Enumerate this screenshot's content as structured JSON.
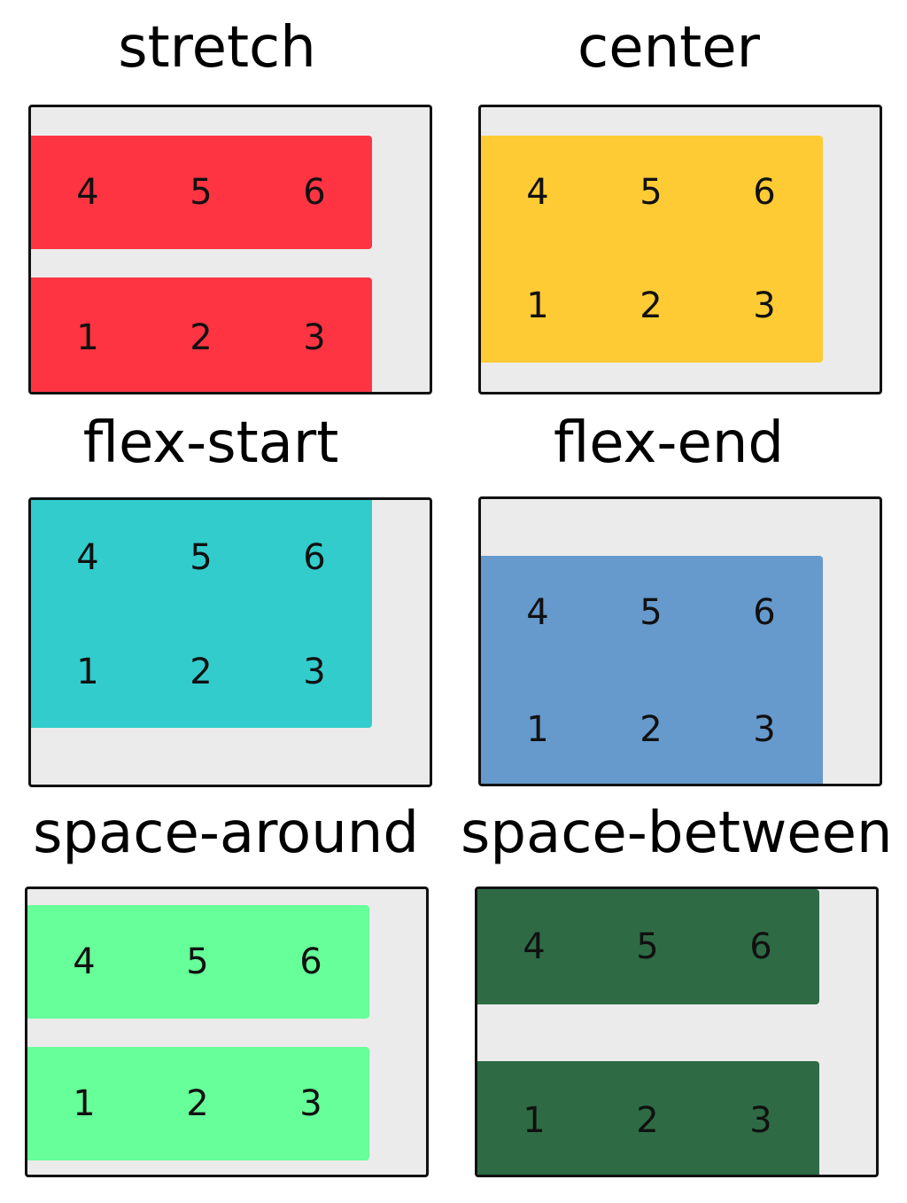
{
  "panels": [
    {
      "title": "stretch",
      "color": "#ff3443",
      "rows": [
        {
          "cells": [
            "4",
            "5",
            "6"
          ]
        },
        {
          "cells": [
            "1",
            "2",
            "3"
          ]
        }
      ]
    },
    {
      "title": "center",
      "color": "#ffcb34",
      "rows": [
        {
          "cells": [
            "4",
            "5",
            "6"
          ]
        },
        {
          "cells": [
            "1",
            "2",
            "3"
          ]
        }
      ]
    },
    {
      "title": "flex-start",
      "color": "#33cccc",
      "rows": [
        {
          "cells": [
            "4",
            "5",
            "6"
          ]
        },
        {
          "cells": [
            "1",
            "2",
            "3"
          ]
        }
      ]
    },
    {
      "title": "flex-end",
      "color": "#6699cc",
      "rows": [
        {
          "cells": [
            "4",
            "5",
            "6"
          ]
        },
        {
          "cells": [
            "1",
            "2",
            "3"
          ]
        }
      ]
    },
    {
      "title": "space-around",
      "color": "#66ff99",
      "rows": [
        {
          "cells": [
            "4",
            "5",
            "6"
          ]
        },
        {
          "cells": [
            "1",
            "2",
            "3"
          ]
        }
      ]
    },
    {
      "title": "space-between",
      "color": "#2e6b45",
      "rows": [
        {
          "cells": [
            "4",
            "5",
            "6"
          ]
        },
        {
          "cells": [
            "1",
            "2",
            "3"
          ]
        }
      ]
    }
  ]
}
